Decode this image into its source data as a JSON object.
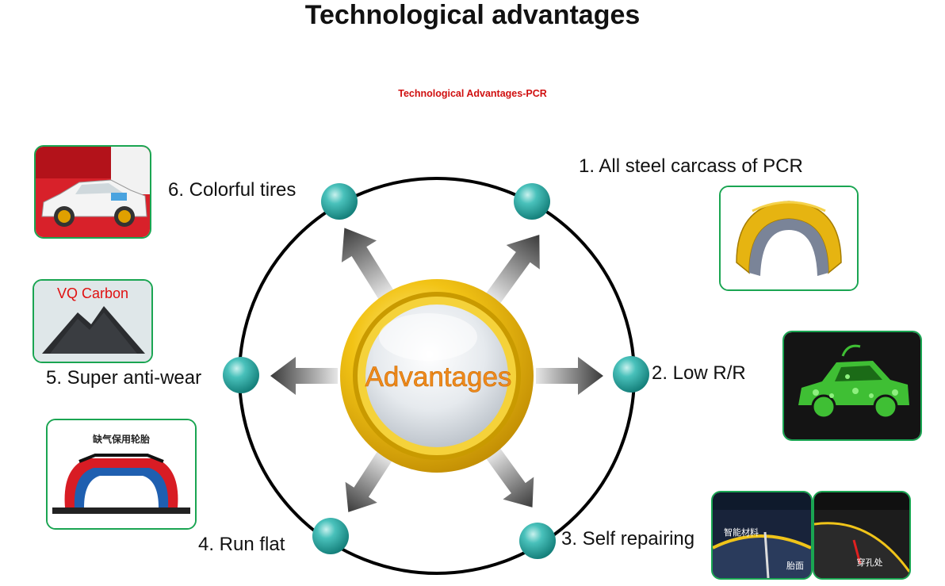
{
  "title": "Technological advantages",
  "subtitle": "Technological Advantages-PCR",
  "center": {
    "label": "Advantages"
  },
  "items": [
    {
      "label": "1. All steel carcass of PCR",
      "icon": "tire-carcass-icon"
    },
    {
      "label": "2. Low R/R",
      "icon": "green-car-icon"
    },
    {
      "label": "3. Self repairing",
      "icon": "tire-puncture-photo",
      "photo_text": [
        "智能材料",
        "胎面",
        "穿孔处"
      ]
    },
    {
      "label": "4. Run flat",
      "icon": "run-flat-tire-diagram",
      "photo_text": [
        "缺气保用轮胎"
      ]
    },
    {
      "label": "5. Super anti-wear",
      "icon": "carbon-pile-icon",
      "photo_text": [
        "VQ Carbon"
      ]
    },
    {
      "label": "6. Colorful tires",
      "icon": "colorful-car-photo"
    }
  ],
  "colors": {
    "accent_node": "#2aa9a4",
    "hub_gold": "#e8b400",
    "center_text": "#f08a1c",
    "photo_border": "#1aa552",
    "subtitle": "#d01010"
  }
}
